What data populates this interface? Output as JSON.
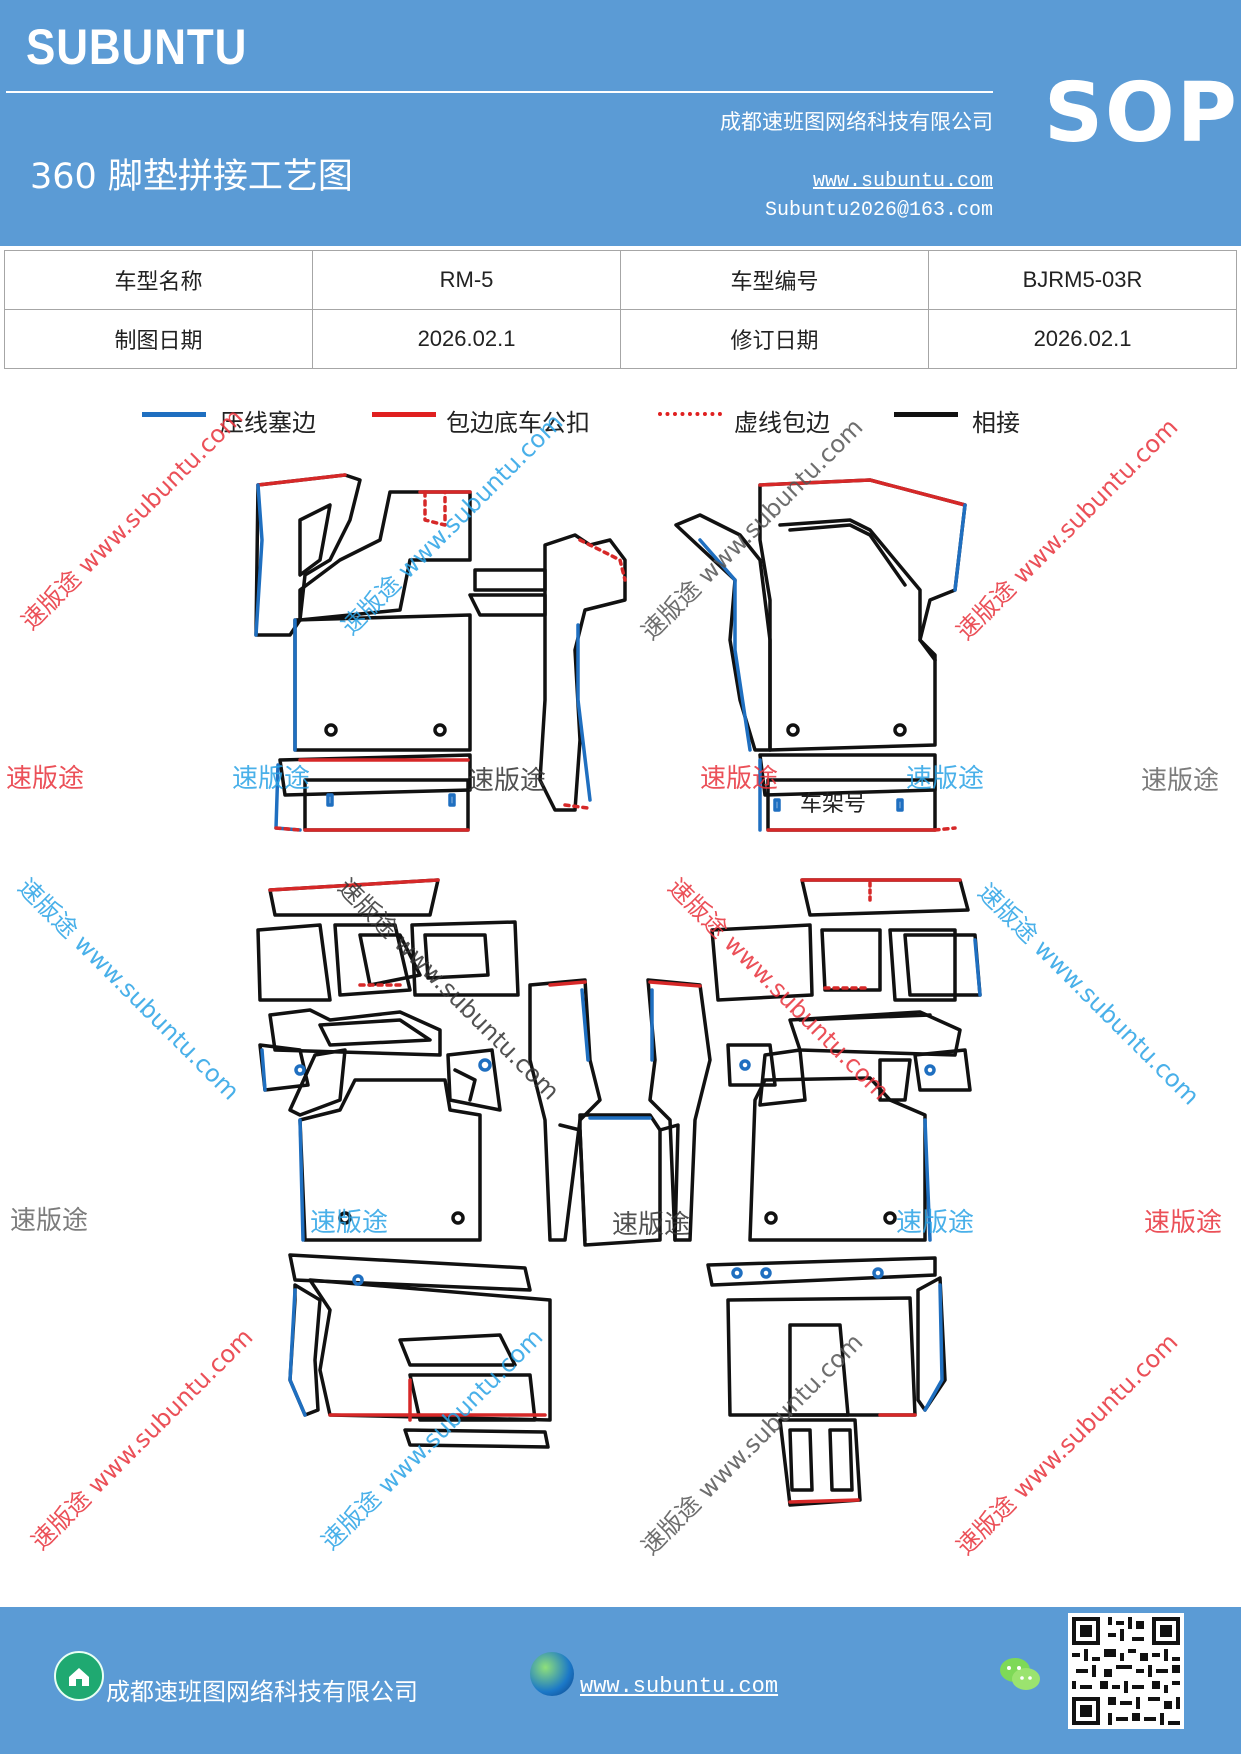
{
  "header": {
    "brand": "SUBUNTU",
    "doc_title": "360 脚垫拼接工艺图",
    "company": "成都速班图网络科技有限公司",
    "website": "www.subuntu.com",
    "email": "Subuntu2026@163.com",
    "badge": "SOP"
  },
  "info_table": {
    "rows": [
      {
        "label1": "车型名称",
        "value1": "RM-5",
        "label2": "车型编号",
        "value2": "BJRM5-03R"
      },
      {
        "label1": "制图日期",
        "value1": "2026.02.1",
        "label2": "修订日期",
        "value2": "2026.02.1"
      }
    ]
  },
  "legend": [
    {
      "label": "压线塞边",
      "color": "#1f6fc0",
      "style": "solid"
    },
    {
      "label": "包边底车公扣",
      "color": "#e02020",
      "style": "solid"
    },
    {
      "label": "虚线包边",
      "color": "#e02020",
      "style": "dotted"
    },
    {
      "label": "相接",
      "color": "#111111",
      "style": "solid"
    }
  ],
  "diagram": {
    "frame_label": "车架号"
  },
  "watermarks": {
    "short": "速版途",
    "long": "速版途 www.subuntu.com",
    "colors": {
      "red": "#e8323c",
      "blue": "#2aa3e6",
      "gray": "#666666"
    }
  },
  "footer": {
    "company": "成都速班图网络科技有限公司",
    "website": "www.subuntu.com"
  },
  "colors": {
    "header_bg": "#5b9bd5",
    "blue_line": "#1f6fc0",
    "red_line": "#e02020",
    "black_line": "#111111"
  }
}
